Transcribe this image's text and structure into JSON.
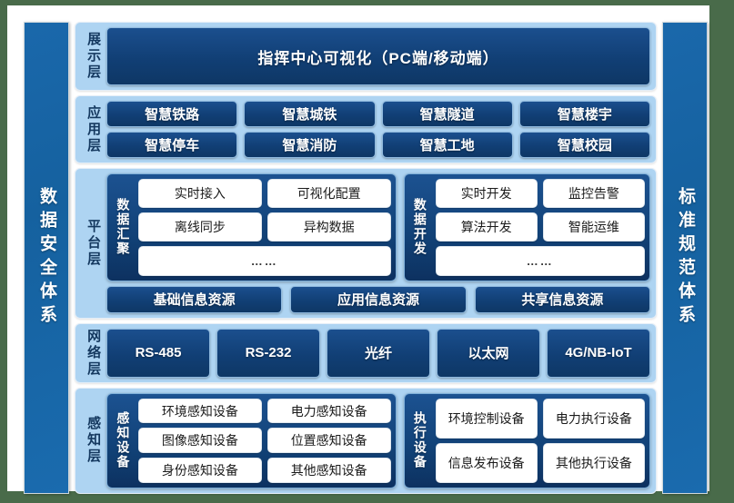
{
  "left_pillar": {
    "label": "数据安全体系"
  },
  "right_pillar": {
    "label": "标准规范体系"
  },
  "layers": {
    "display": {
      "label": "展示层",
      "hero": "指挥中心可视化（PC端/移动端）"
    },
    "application": {
      "label": "应用层",
      "row1": [
        "智慧铁路",
        "智慧城铁",
        "智慧隧道",
        "智慧楼宇"
      ],
      "row2": [
        "智慧停车",
        "智慧消防",
        "智慧工地",
        "智慧校园"
      ]
    },
    "platform": {
      "label": "平台层",
      "aggregate": {
        "label": "数据汇聚",
        "row1": [
          "实时接入",
          "可视化配置"
        ],
        "row2": [
          "离线同步",
          "异构数据"
        ],
        "row3": "……"
      },
      "develop": {
        "label": "数据开发",
        "row1": [
          "实时开发",
          "监控告警"
        ],
        "row2": [
          "算法开发",
          "智能运维"
        ],
        "row3": "……"
      },
      "resources": [
        "基础信息资源",
        "应用信息资源",
        "共享信息资源"
      ]
    },
    "network": {
      "label": "网络层",
      "items": [
        "RS-485",
        "RS-232",
        "光纤",
        "以太网",
        "4G/NB-IoT"
      ]
    },
    "perception": {
      "label": "感知层",
      "sensing": {
        "label": "感知设备",
        "row1": [
          "环境感知设备",
          "电力感知设备"
        ],
        "row2": [
          "图像感知设备",
          "位置感知设备"
        ],
        "row3": [
          "身份感知设备",
          "其他感知设备"
        ]
      },
      "actuating": {
        "label": "执行设备",
        "row1": [
          "环境控制设备",
          "电力执行设备"
        ],
        "row2": [
          "信息发布设备",
          "其他执行设备"
        ]
      }
    }
  },
  "colors": {
    "page_background": "#496b4a",
    "band_background": "#aed4f2",
    "tile_blue": "#113f75",
    "pillar_blue": "#1a68ab",
    "tile_white": "#ffffff"
  }
}
